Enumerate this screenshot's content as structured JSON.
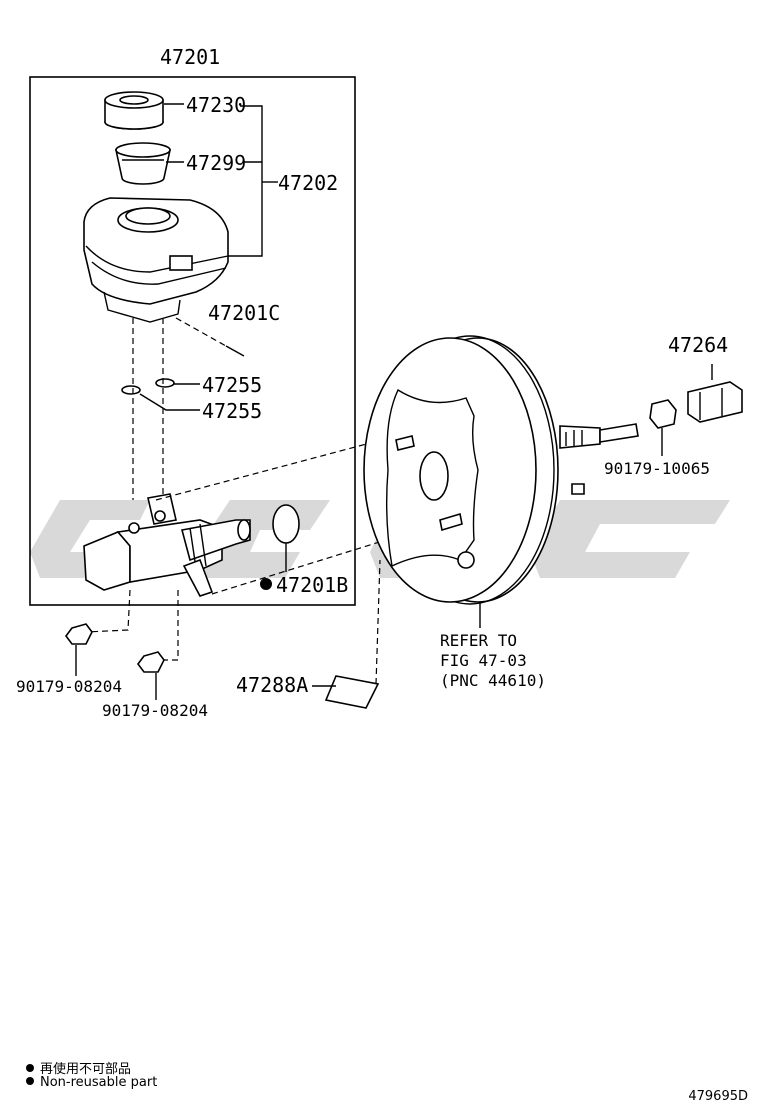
{
  "labels": {
    "p47201": "47201",
    "p47230": "47230",
    "p47299": "47299",
    "p47202": "47202",
    "p47201C": "47201C",
    "p47255a": "47255",
    "p47255b": "47255",
    "p47201B": "47201B",
    "p47264": "47264",
    "p90179_10065": "90179-10065",
    "p90179_08204a": "90179-08204",
    "p90179_08204b": "90179-08204",
    "p47288A": "47288A",
    "refer1": "REFER TO",
    "refer2": "FIG 47-03",
    "refer3": "(PNC 44610)"
  },
  "legend": {
    "japanese": "再使用不可部品",
    "english": "Non-reusable part"
  },
  "illustration_code": "479695D",
  "colors": {
    "ink": "#000000",
    "watermark": "#d9d9d9"
  }
}
